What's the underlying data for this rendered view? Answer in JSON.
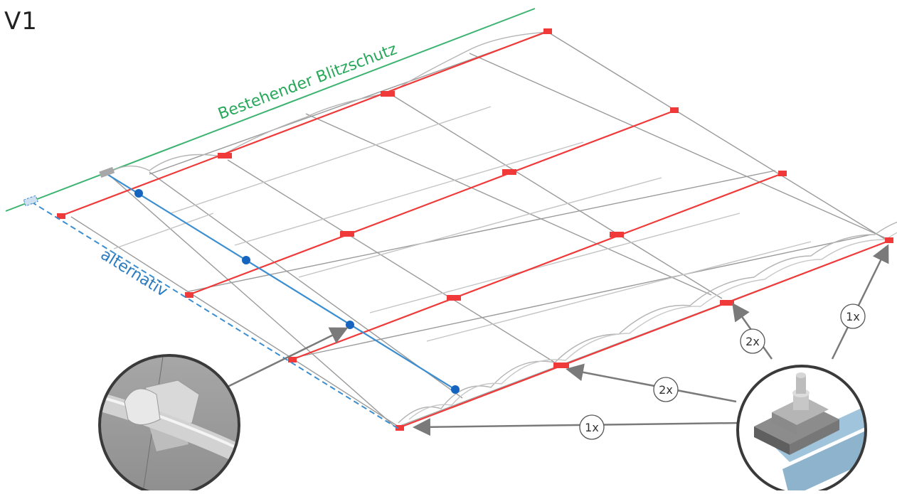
{
  "title": "V1",
  "labels": {
    "existing_lightning": "Bestehender Blitzschutz",
    "alternative": "alternativ"
  },
  "callouts": [
    {
      "text": "1x"
    },
    {
      "text": "2x"
    },
    {
      "text": "2x"
    },
    {
      "text": "1x"
    }
  ],
  "colors": {
    "green_line": "#3cb371",
    "red_line": "#f03a3a",
    "blue_line": "#3b8ed0",
    "frame": "#8a8a8a",
    "arrow": "#7a7a7a"
  },
  "icons": {
    "left_zoom": "conductor-clip-detail",
    "right_zoom": "connection-clamp-detail"
  }
}
